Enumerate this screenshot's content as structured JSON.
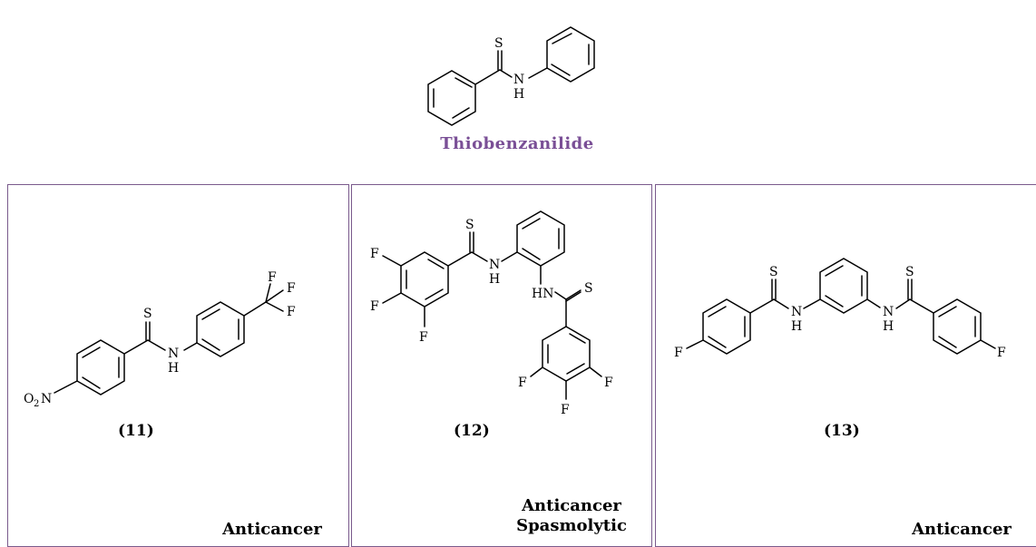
{
  "header": {
    "title": "Thiobenzanilide",
    "atoms": {
      "s": "S",
      "n": "N",
      "h": "H"
    }
  },
  "panels": [
    {
      "id": "(11)",
      "activities": [
        "Anticancer"
      ],
      "atoms": {
        "o": "O",
        "o_sub": "2",
        "n_nitro": "N",
        "s": "S",
        "n": "N",
        "h": "H",
        "f1": "F",
        "f2": "F",
        "f3": "F"
      }
    },
    {
      "id": "(12)",
      "activities": [
        "Anticancer",
        "Spasmolytic"
      ],
      "atoms": {
        "s1": "S",
        "n1": "N",
        "h1": "H",
        "hn2": "HN",
        "s2": "S",
        "fa": "F",
        "fb": "F",
        "fc": "F",
        "fd": "F",
        "fe": "F",
        "ff": "F"
      }
    },
    {
      "id": "(13)",
      "activities": [
        "Anticancer"
      ],
      "atoms": {
        "s1": "S",
        "n1": "N",
        "h1": "H",
        "s2": "S",
        "n2": "N",
        "h2": "H",
        "f1": "F",
        "f2": "F"
      }
    }
  ]
}
